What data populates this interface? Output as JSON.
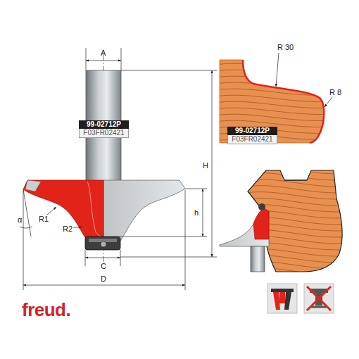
{
  "diagram": {
    "nodes": [
      {
        "text": [
          "99-02712P",
          "F03FR02421"
        ]
      },
      {
        "text": [
          "99-02712P",
          "F03FR02421"
        ]
      }
    ],
    "labels": [
      "A",
      "H",
      "h",
      "α",
      "R1",
      "R2",
      "C",
      "D",
      "R 30",
      "R 8",
      "freud."
    ]
  }
}
